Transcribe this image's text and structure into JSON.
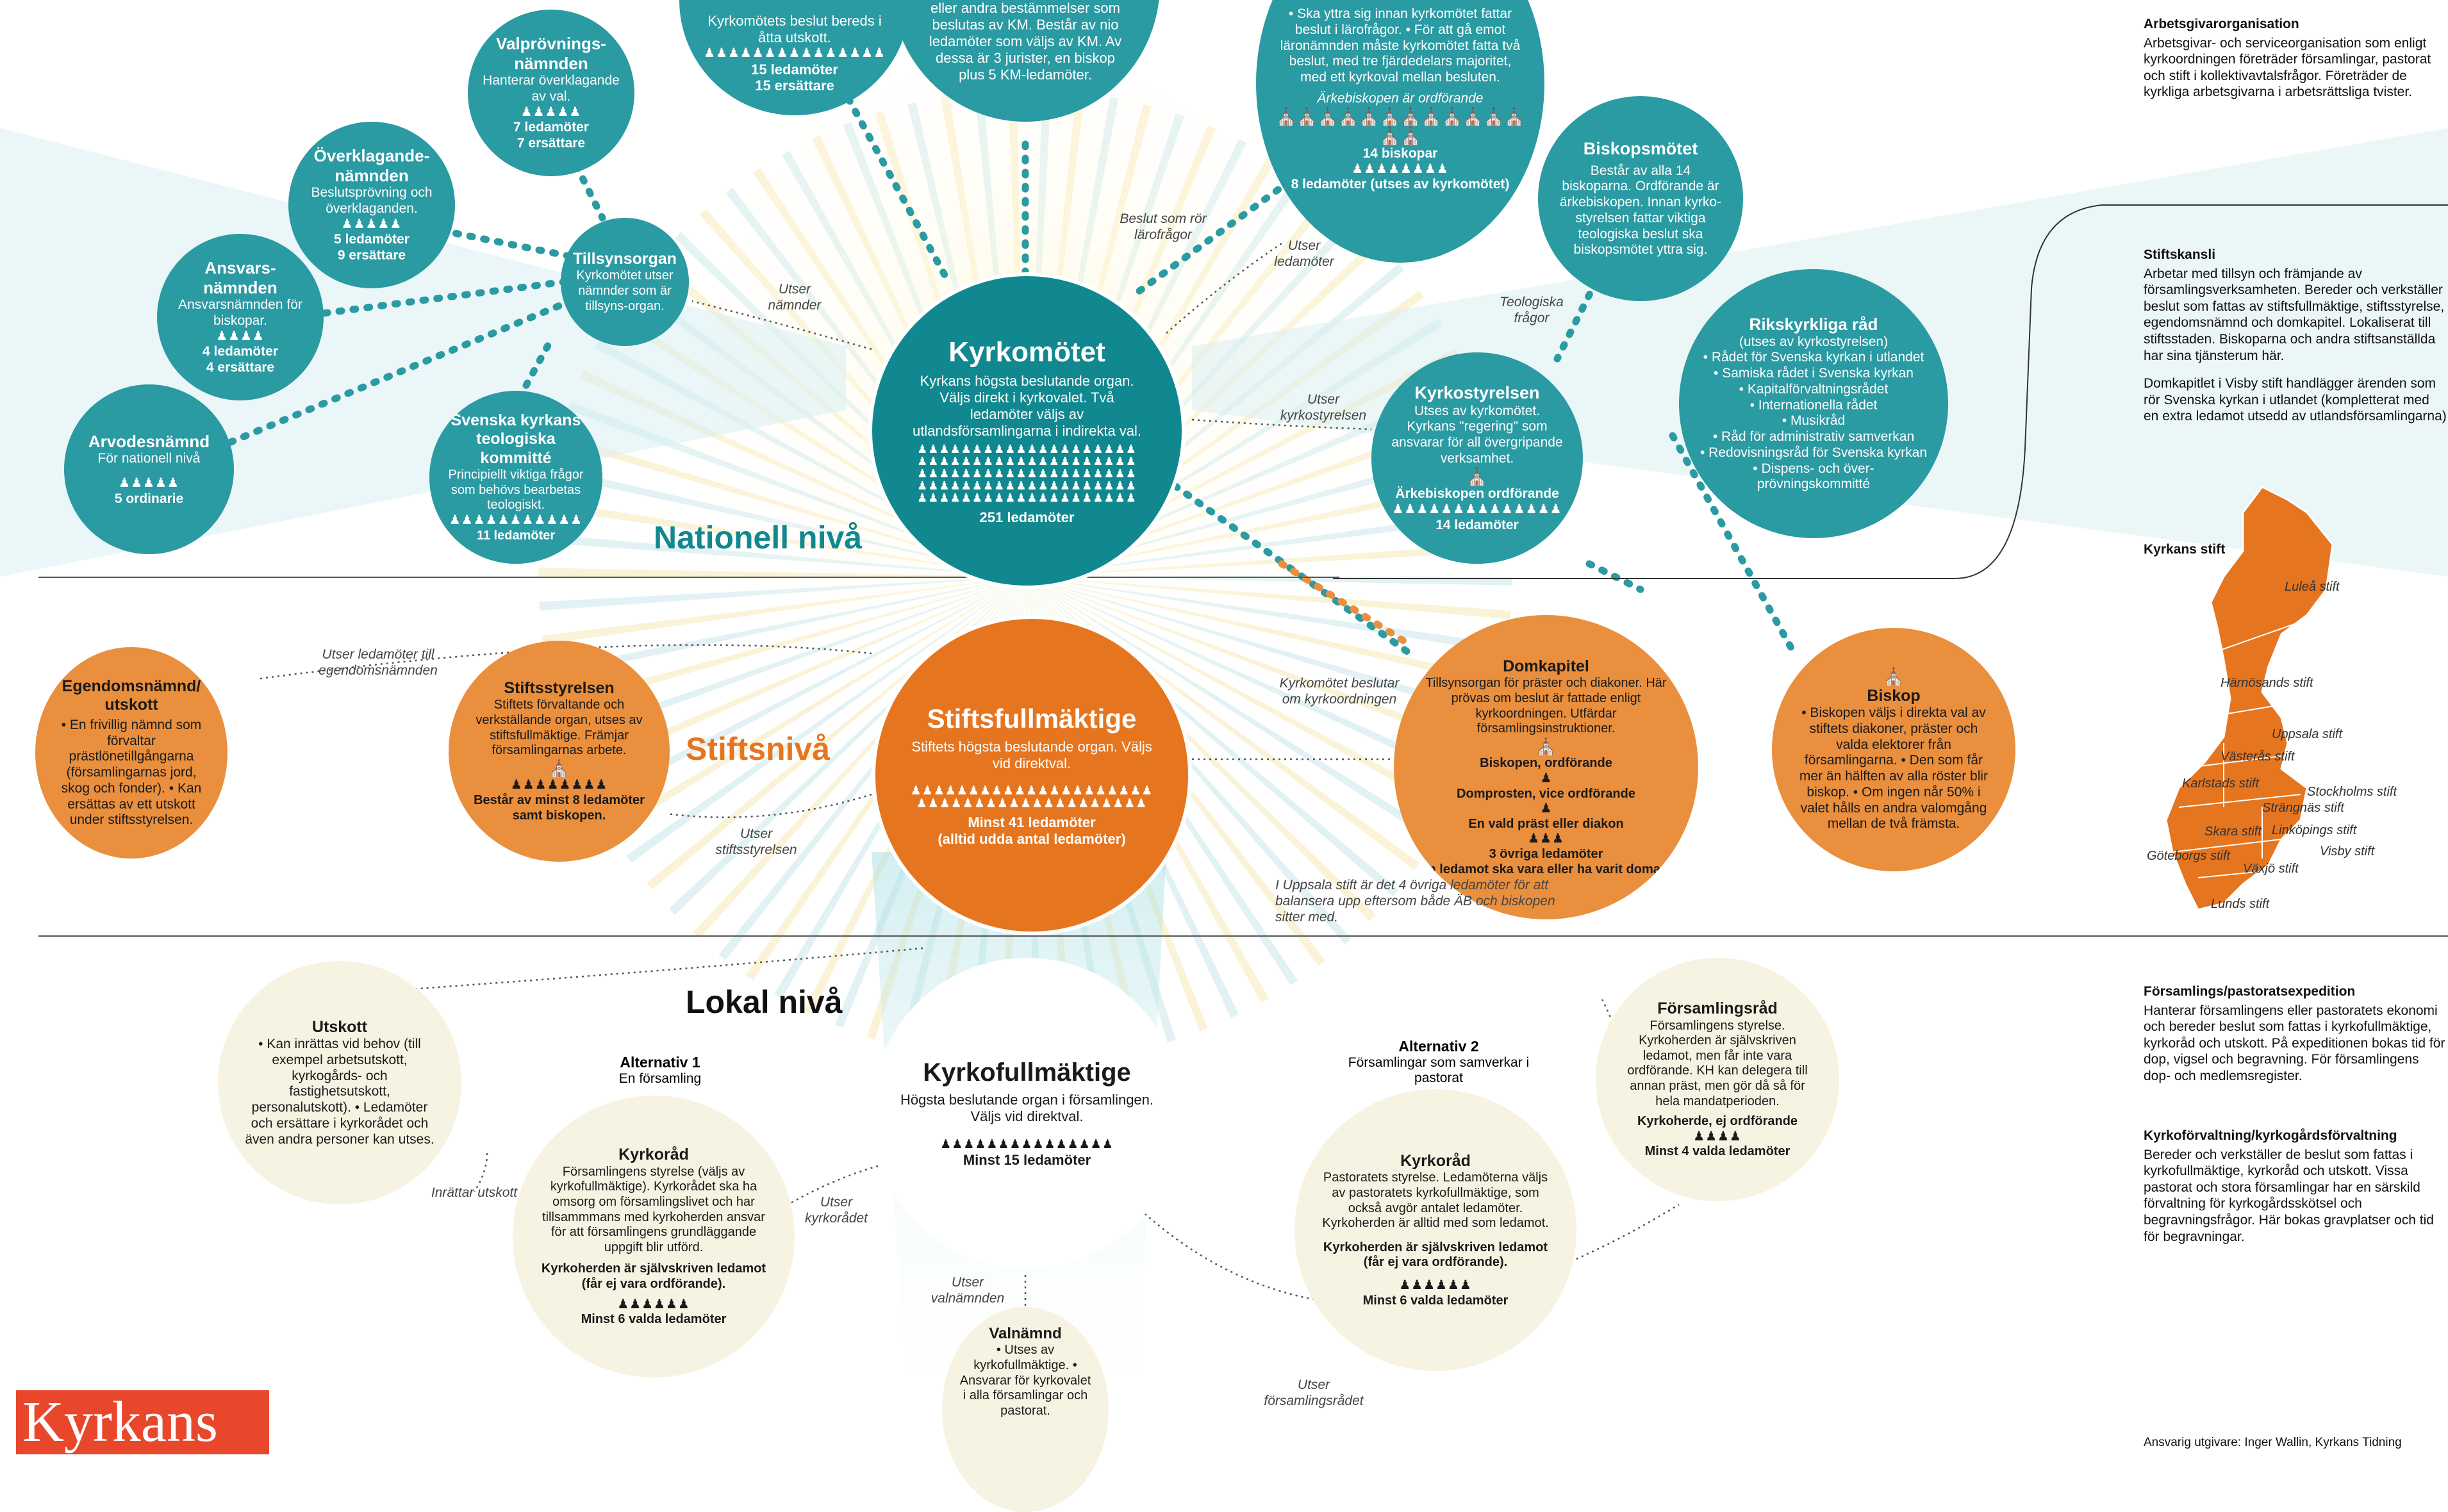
{
  "national": {
    "level_label": "Nationell nivå",
    "kyrkomotet": {
      "title": "Kyrkomötet",
      "desc": "Kyrkans högsta beslutande organ. Väljs direkt i kyrkovalet. Två ledamöter väljs av utlandsförsamlingarna i indirekta val.",
      "count": "251 ledamöter"
    },
    "top_left_frag": {
      "text": "Kyrkomötets beslut bereds i åtta utskott.",
      "count": "15 ledamöter",
      "sub": "15 ersättare"
    },
    "top_mid_frag": {
      "text": "eller andra bestämmelser som beslutas av KM. Består av nio ledamöter som väljs av KM. Av dessa är 3 jurister, en biskop plus 5 KM-ledamöter."
    },
    "top_right_frag": {
      "text": "• Ska yttra sig innan kyrkomötet fattar beslut i lärofrågor. • För att gå emot läronämnden måste kyrkomötet fatta två beslut, med tre fjärdedelars majoritet, med ett kyrkoval mellan besluten.",
      "chair": "Ärkebiskopen är ordförande",
      "count1": "14 biskopar",
      "count2": "8 ledamöter (utses av kyrkomötet)"
    },
    "valprovning": {
      "title": "Valprövnings-nämnden",
      "desc": "Hanterar överklagande av val.",
      "count": "7 ledamöter",
      "sub": "7 ersättare"
    },
    "overklagande": {
      "title": "Överklagande-nämnden",
      "desc": "Beslutsprövning och överklaganden.",
      "count": "5 ledamöter",
      "sub": "9 ersättare"
    },
    "ansvars": {
      "title": "Ansvars-nämnden",
      "desc": "Ansvarsnämnden för biskopar.",
      "count": "4 ledamöter",
      "sub": "4 ersättare"
    },
    "arvodes": {
      "title": "Arvodesnämnd",
      "desc": "För nationell nivå",
      "count": "5 ordinarie"
    },
    "tillsyn": {
      "title": "Tillsynsorgan",
      "desc": "Kyrkomötet utser nämnder som är tillsyns-organ."
    },
    "teologiska": {
      "title": "Svenska kyrkans teologiska kommitté",
      "desc": "Principiellt viktiga frågor som behövs bearbetas teologiskt.",
      "count": "11 ledamöter"
    },
    "biskopsmotet": {
      "title": "Biskopsmötet",
      "desc": "Består av alla 14 biskoparna. Ordförande är ärkebiskopen. Innan kyrko-styrelsen fattar viktiga teologiska beslut ska biskopsmötet yttra sig."
    },
    "kyrkostyrelsen": {
      "title": "Kyrkostyrelsen",
      "desc": "Utses av kyrkomötet. Kyrkans \"regering\" som ansvarar för all övergripande verksamhet.",
      "chair": "Ärkebiskopen ordförande",
      "count": "14 ledamöter"
    },
    "rikskyrkliga": {
      "title": "Rikskyrkliga råd",
      "sub": "(utses av kyrkostyrelsen)",
      "items": [
        "• Rådet för Svenska kyrkan i utlandet",
        "• Samiska rådet i Svenska kyrkan",
        "• Kapitalförvaltningsrådet",
        "• Internationella rådet",
        "• Musikråd",
        "• Råd för administrativ samverkan",
        "• Redovisningsråd för Svenska kyrkan",
        "• Dispens- och över-prövningskommitté"
      ]
    },
    "labels": {
      "utser_namnder": "Utser nämnder",
      "beslut_laro": "Beslut som rör lärofrågor",
      "utser_ledamoter": "Utser ledamöter",
      "teologiska_fragor": "Teologiska frågor",
      "utser_kyrkostyrelsen": "Utser kyrkostyrelsen"
    }
  },
  "stift": {
    "level_label": "Stiftsnivå",
    "fullmaktige": {
      "title": "Stiftsfullmäktige",
      "desc": "Stiftets högsta beslutande organ. Väljs vid direktval.",
      "count": "Minst 41 ledamöter",
      "sub": "(alltid udda antal ledamöter)"
    },
    "egendom": {
      "title": "Egendomsnämnd/ utskott",
      "desc": "• En frivillig nämnd som förvaltar prästlönetillgångarna (församlingarnas jord, skog och fonder). • Kan ersättas av ett utskott under stiftsstyrelsen."
    },
    "styrelsen": {
      "title": "Stiftsstyrelsen",
      "desc": "Stiftets förvaltande och verkställande organ, utses av stiftsfullmäktige. Främjar församlingarnas arbete.",
      "count": "Består av minst 8 ledamöter samt biskopen."
    },
    "domkapitel": {
      "title": "Domkapitel",
      "desc": "Tillsynsorgan för präster och diakoner. Här prövas om beslut är fattade enligt kyrkoordningen. Utfärdar församlingsinstruktioner.",
      "l1": "Biskopen, ordförande",
      "l2": "Domprosten, vice ordförande",
      "l3": "En vald präst eller diakon",
      "l4": "3 övriga ledamöter",
      "l5": "En ledamot ska vara eller ha varit domare"
    },
    "biskop": {
      "title": "Biskop",
      "desc": "• Biskopen väljs i direkta val av stiftets diakoner, präster och valda elektorer från församlingarna. • Den som får mer än hälften av alla röster blir biskop. • Om ingen når 50% i valet hålls en andra valomgång mellan de två främsta."
    },
    "labels": {
      "utser_egendom": "Utser ledamöter till egendomsnämnden",
      "utser_styrelse": "Utser stiftsstyrelsen",
      "km_beslutar": "Kyrkomötet beslutar om kyrkoordningen",
      "uppsala_note": "I Uppsala stift är det 4 övriga ledamöter för att balansera upp eftersom både ÄB och biskopen sitter med."
    }
  },
  "local": {
    "level_label": "Lokal nivå",
    "kyrkofullmaktige": {
      "title": "Kyrkofullmäktige",
      "desc": "Högsta beslutande organ i församlingen. Väljs vid direktval.",
      "count": "Minst 15 ledamöter"
    },
    "utskott": {
      "title": "Utskott",
      "desc": "• Kan inrättas vid behov (till exempel arbetsutskott, kyrkogårds- och fastighetsutskott, personalutskott). • Ledamöter och ersättare i kyrkorådet och även andra personer kan utses."
    },
    "alt1": {
      "title": "Alternativ 1",
      "sub": "En församling"
    },
    "alt2": {
      "title": "Alternativ 2",
      "sub": "Församlingar som samverkar i pastorat"
    },
    "kyrkorad1": {
      "title": "Kyrkoråd",
      "desc": "Församlingens styrelse (väljs av kyrkofullmäktige). Kyrkorådet ska ha omsorg om församlingslivet och har tillsammmans med kyrkoherden ansvar för att församlingens grundläggande uppgift blir utförd.",
      "bold": "Kyrkoherden är självskriven ledamot (får ej vara ordförande).",
      "count": "Minst 6 valda ledamöter"
    },
    "kyrkorad2": {
      "title": "Kyrkoråd",
      "desc": "Pastoratets styrelse. Ledamöterna väljs av pastoratets kyrkofullmäktige, som också avgör antalet ledamöter. Kyrkoherden är alltid med som ledamot.",
      "bold": "Kyrkoherden är självskriven ledamot (får ej vara ordförande).",
      "count": "Minst 6 valda ledamöter"
    },
    "forsamlingsrad": {
      "title": "Församlingsråd",
      "desc": "Församlingens styrelse. Kyrkoherden är självskriven ledamot, men får inte vara ordförande. KH kan delegera till annan präst, men gör då så för hela mandatperioden.",
      "bold": "Kyrkoherde, ej ordförande",
      "count": "Minst 4 valda ledamöter"
    },
    "valnamnd": {
      "title": "Valnämnd",
      "desc": "• Utses av kyrkofullmäktige. • Ansvarar för kyrkovalet i alla församlingar och pastorat."
    },
    "labels": {
      "inrattar": "Inrättar utskott",
      "utser_kyrkoradet": "Utser kyrkorådet",
      "utser_valnamnden": "Utser valnämnden",
      "utser_forsamlingsradet": "Utser församlingsrådet"
    }
  },
  "sidebar": {
    "arbetsgivar": {
      "title": "Arbetsgivarorganisation",
      "text": "Arbetsgivar- och serviceorganisation som enligt kyrkoordningen företräder församlingar, pastorat och stift i kollektivavtalsfrågor. Företräder de kyrkliga arbetsgivarna i arbetsrättsliga tvister."
    },
    "stiftskansli": {
      "title": "Stiftskansli",
      "text": "Arbetar med tillsyn och främjande av församlingsverksamheten. Bereder och verkställer beslut som fattas av stiftsfullmäktige, stiftsstyrelse, egendomsnämnd och domkapitel. Lokaliserat till stiftsstaden. Biskoparna och andra stiftsanställda har sina tjänsterum här.",
      "text2": "Domkapitlet i Visby stift handlägger ärenden som rör Svenska kyrkan i utlandet (kompletterat med en extra ledamot utsedd av utlandsförsamlingarna)"
    },
    "map_title": "Kyrkans stift",
    "map_labels": [
      "Luleå stift",
      "Härnösands stift",
      "Uppsala stift",
      "Västerås stift",
      "Karlstads stift",
      "Stockholms stift",
      "Strängnäs stift",
      "Skara stift",
      "Linköpings stift",
      "Göteborgs stift",
      "Växjö stift",
      "Visby stift",
      "Lunds stift"
    ],
    "expedition": {
      "title": "Församlings/pastoratsexpedition",
      "text": "Hanterar församlingens eller pastoratets ekonomi och bereder beslut som fattas i kyrkofullmäktige, kyrkoråd och utskott. På expeditionen bokas tid för dop, vigsel och begravning. För församlingens dop- och medlemsregister."
    },
    "forvaltning": {
      "title": "Kyrkoförvaltning/kyrkogårdsförvaltning",
      "text": "Bereder och verkställer de beslut som fattas i kyrkofullmäktige, kyrkoråd och utskott. Vissa pastorat och stora församlingar har en särskild förvaltning för kyrkogårdsskötsel och begravningsfrågor. Här bokas gravplatser och tid för begravningar."
    },
    "footer": "Ansvarig utgivare: Inger Wallin, Kyrkans Tidning"
  },
  "logo": "Kyrkans",
  "colors": {
    "teal": "#2a9aa3",
    "orange": "#e98f3d",
    "orange_dark": "#e6751f",
    "cream": "#f7f3e2"
  }
}
